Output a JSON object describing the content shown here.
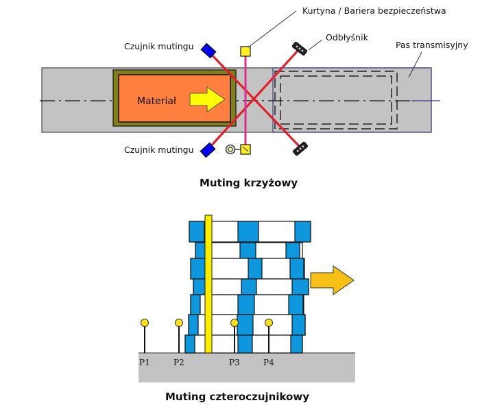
{
  "top_diagram": {
    "title": "Muting krzyżowy",
    "labels": {
      "sensor_top": "Czujnik mutingu",
      "sensor_bottom": "Czujnik mutingu",
      "curtain": "Kurtyna / Bariera bezpieczeństwa",
      "reflector": "Odbłyśnik",
      "conveyor": "Pas transmisyjny",
      "material": "Materiał"
    },
    "colors": {
      "conveyor": "#c3c3c3",
      "material": "#ff7f3f",
      "material_border": "#7f7f1e",
      "sensor": "#0000ee",
      "beam": "#e0202a",
      "curtain_beam": "#d8308f",
      "curtain_box": "#ffee22",
      "arrow": "#ffff00"
    }
  },
  "bottom_diagram": {
    "title": "Muting czteroczujnikowy",
    "sensors": [
      "P1",
      "P2",
      "P3",
      "P4"
    ],
    "colors": {
      "block": "#0f97dd",
      "curtain": "#ffee00",
      "floor": "#c3c3c3",
      "sensor_head": "#ffe020",
      "arrow": "#f6c016"
    }
  }
}
